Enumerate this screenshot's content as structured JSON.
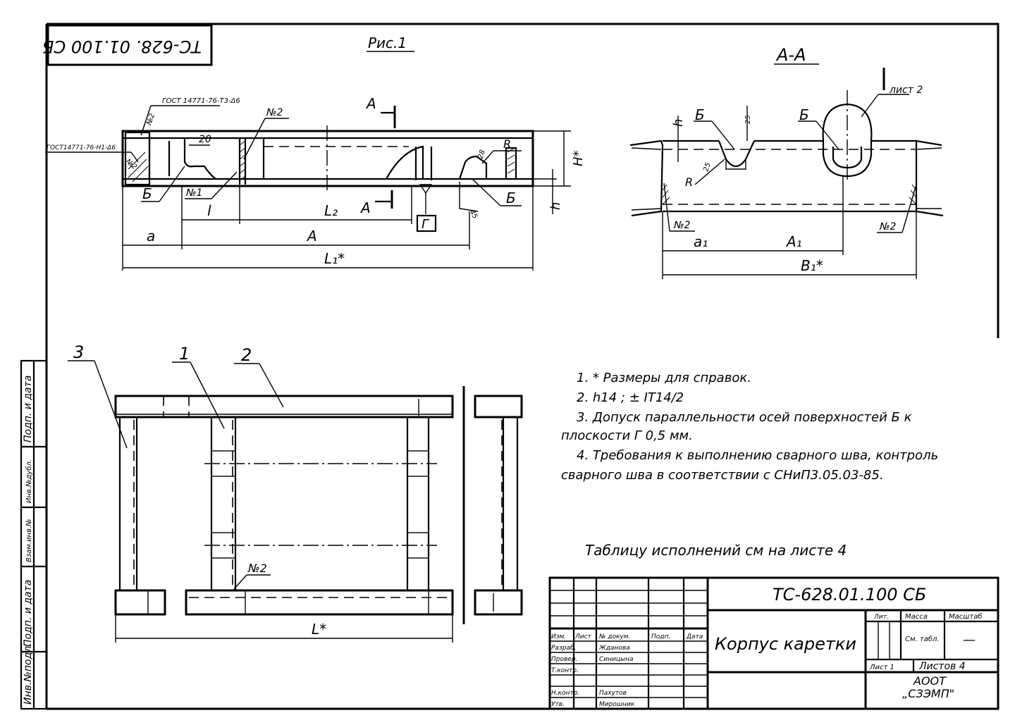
{
  "stamp_code": "ТС-628. 01.100 СБ",
  "figure_caption": "Рис.1",
  "section_caption": "А-А",
  "gost_upper": "ГОСТ 14771-76-Т3-Δ6",
  "gost_left": "ГОСТ14771-76-Н1-Δ6",
  "labels": {
    "A": "А",
    "B": "Б",
    "G": "Г",
    "h": "h",
    "R": "R",
    "H": "H*",
    "a": "a",
    "l": "l",
    "L2": "L₂",
    "L1": "L₁*",
    "a1": "a₁",
    "A1": "A₁",
    "B1": "B₁*",
    "L": "L*",
    "list2": "лист 2",
    "weld1": "№1",
    "weld2": "№2",
    "d20": "20",
    "d25": "25",
    "d45": "45",
    "d28": "28",
    "pos1": "1",
    "pos2": "2",
    "pos3": "3"
  },
  "notes": [
    "1. * Размеры для справок.",
    "2. h14 ; ± IT14/2",
    "3. Допуск параллельности осей поверхностей Б к",
    "плоскости Г 0,5 мм.",
    "4. Требования к выполнению сварного шва, контроль",
    "сварного шва в соответствии с СНиП3.05.03-85."
  ],
  "table_ref": "Таблицу исполнений см на листе 4",
  "side_column": [
    "Инв.№подл.",
    "Подп. и дата",
    "Взам.инв.№",
    "Инв.№дубл.",
    "Подп. и дата"
  ],
  "title_block": {
    "doc_code": "ТС-628.01.100 СБ",
    "title": "Корпус каретки",
    "col_headers": [
      "Изм.",
      "Лист",
      "№ докум.",
      "Подп.",
      "Дата"
    ],
    "roles": [
      "Разраб.",
      "Провер.",
      "Т.контр.",
      "Н.контр.",
      "Утв."
    ],
    "names": [
      "Жданова",
      "Синицына",
      "",
      "Пахутов",
      "Мирошник"
    ],
    "lit_header": "Лит.",
    "mass_header": "Масса",
    "scale_header": "Масштаб",
    "mass_value": "См. табл.",
    "scale_value": "—",
    "sheet": "Лист 1",
    "sheets": "Листов 4",
    "org_line1": "АООТ",
    "org_line2": "„СЗЭМП\""
  }
}
